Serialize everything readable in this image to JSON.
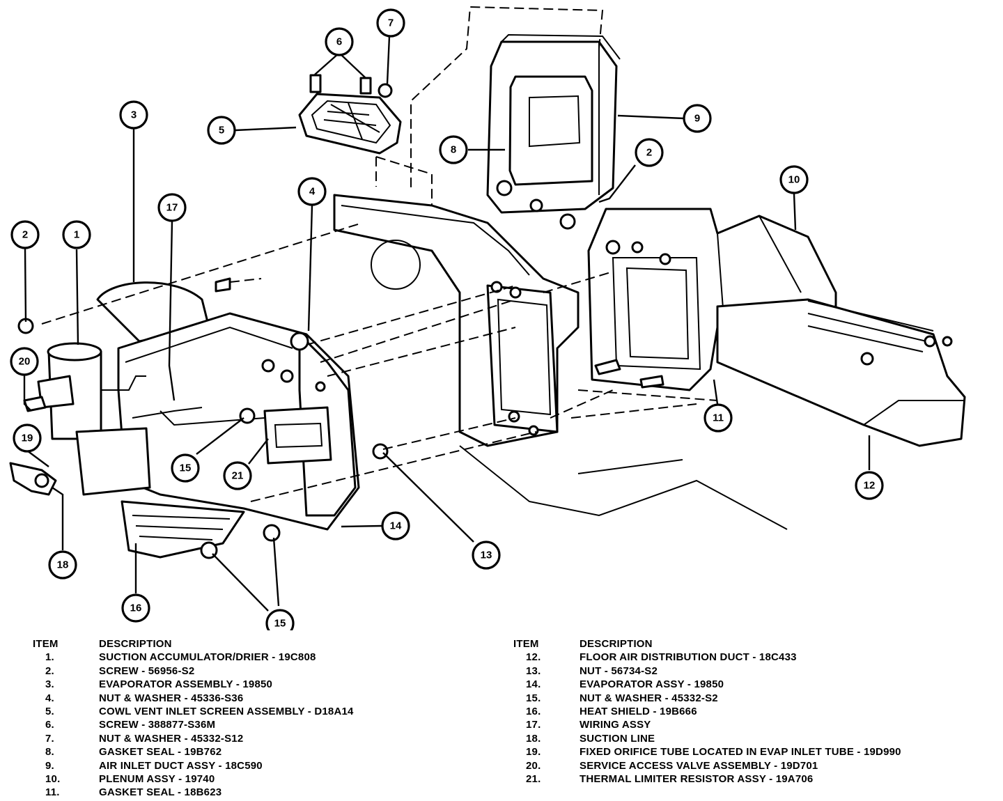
{
  "legend_left": {
    "item_header": "ITEM",
    "description_header": "DESCRIPTION",
    "rows": [
      {
        "num": "1.",
        "desc": "SUCTION ACCUMULATOR/DRIER - 19C808"
      },
      {
        "num": "2.",
        "desc": "SCREW - 56956-S2"
      },
      {
        "num": "3.",
        "desc": "EVAPORATOR ASSEMBLY - 19850"
      },
      {
        "num": "4.",
        "desc": "NUT & WASHER - 45336-S36"
      },
      {
        "num": "5.",
        "desc": "COWL VENT INLET SCREEN ASSEMBLY - D18A14"
      },
      {
        "num": "6.",
        "desc": "SCREW - 388877-S36M"
      },
      {
        "num": "7.",
        "desc": "NUT & WASHER - 45332-S12"
      },
      {
        "num": "8.",
        "desc": "GASKET SEAL - 19B762"
      },
      {
        "num": "9.",
        "desc": "AIR INLET DUCT ASSY - 18C590"
      },
      {
        "num": "10.",
        "desc": "PLENUM ASSY - 19740"
      },
      {
        "num": "11.",
        "desc": "GASKET SEAL - 18B623"
      }
    ]
  },
  "legend_right": {
    "item_header": "ITEM",
    "description_header": "DESCRIPTION",
    "rows": [
      {
        "num": "12.",
        "desc": "FLOOR AIR DISTRIBUTION DUCT - 18C433"
      },
      {
        "num": "13.",
        "desc": "NUT - 56734-S2"
      },
      {
        "num": "14.",
        "desc": "EVAPORATOR ASSY - 19850"
      },
      {
        "num": "15.",
        "desc": "NUT & WASHER - 45332-S2"
      },
      {
        "num": "16.",
        "desc": "HEAT SHIELD - 19B666"
      },
      {
        "num": "17.",
        "desc": "WIRING ASSY"
      },
      {
        "num": "18.",
        "desc": "SUCTION LINE"
      },
      {
        "num": "19.",
        "desc": "FIXED ORIFICE TUBE LOCATED IN EVAP INLET TUBE - 19D990"
      },
      {
        "num": "20.",
        "desc": "SERVICE ACCESS VALVE ASSEMBLY - 19D701"
      },
      {
        "num": "21.",
        "desc": "THERMAL LIMITER RESISTOR ASSY - 19A706"
      }
    ]
  },
  "callouts": {
    "c1": "1",
    "c2a": "2",
    "c2b": "2",
    "c3": "3",
    "c4": "4",
    "c5": "5",
    "c6": "6",
    "c7": "7",
    "c8": "8",
    "c9": "9",
    "c10": "10",
    "c11": "11",
    "c12": "12",
    "c13": "13",
    "c14": "14",
    "c15a": "15",
    "c15b": "15",
    "c16": "16",
    "c17": "17",
    "c18": "18",
    "c19": "19",
    "c20": "20",
    "c21": "21"
  }
}
